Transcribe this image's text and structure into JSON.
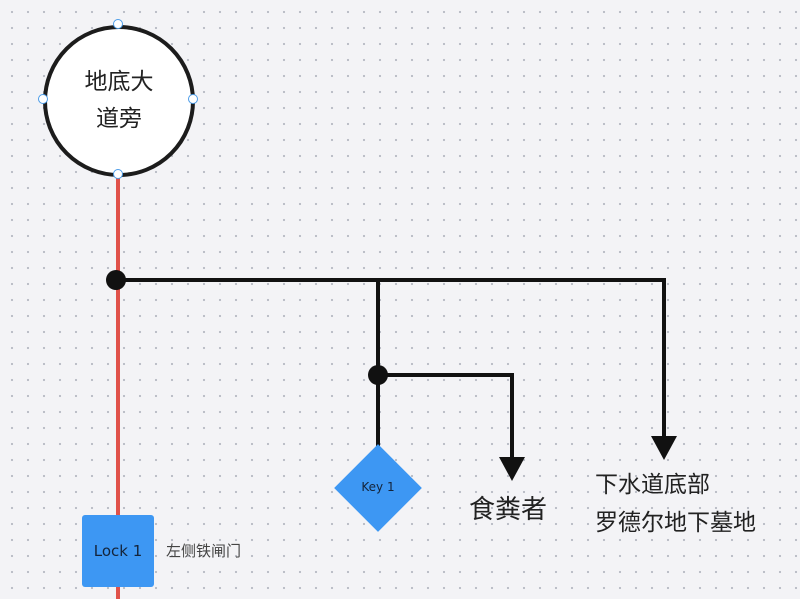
{
  "diagram": {
    "start_node": {
      "line1": "地底大",
      "line2": "道旁"
    },
    "key_node": {
      "label": "Key 1"
    },
    "lock_node": {
      "label": "Lock 1",
      "note": "左侧铁闸门"
    },
    "targets": {
      "ghoul": "食粪者",
      "sewer_line1": "下水道底部",
      "sewer_line2": "罗德尔地下墓地"
    },
    "colors": {
      "lock_path": "#e0524a",
      "branch": "#111111",
      "node_fill": "#3d97f3",
      "handle": "#4a9be8"
    }
  }
}
